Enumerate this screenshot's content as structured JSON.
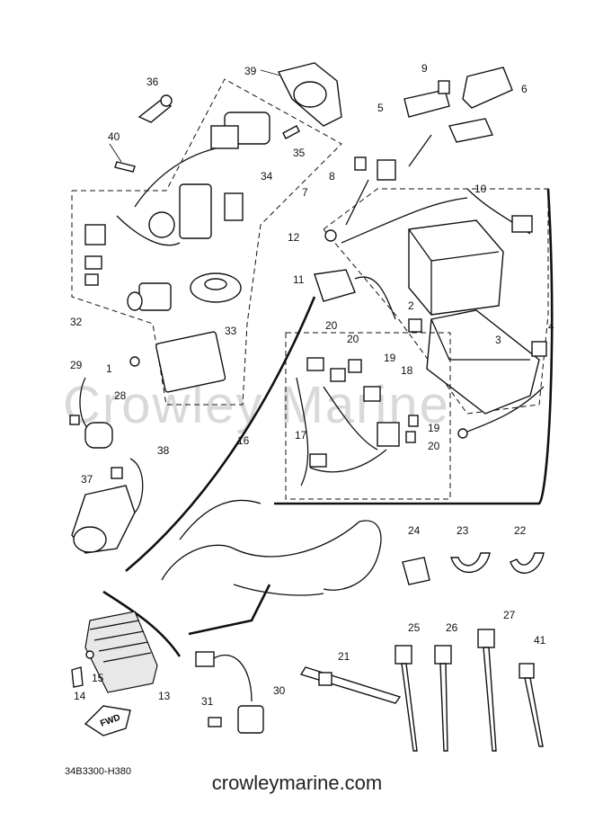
{
  "callouts": [
    "1",
    "2",
    "3",
    "4",
    "5",
    "6",
    "7",
    "8",
    "9",
    "10",
    "11",
    "12",
    "13",
    "14",
    "15",
    "16",
    "17",
    "18",
    "19",
    "19",
    "20",
    "20",
    "20",
    "21",
    "22",
    "23",
    "24",
    "25",
    "26",
    "27",
    "28",
    "29",
    "30",
    "31",
    "32",
    "33",
    "34",
    "35",
    "36",
    "37",
    "38",
    "39",
    "40",
    "41"
  ],
  "diagram_code": "34B3300-H380",
  "watermark": "Crowley Marine",
  "site_footer": "crowleymarine.com",
  "fwd_label": "FWD",
  "colors": {
    "ink": "#111111",
    "watermark": "#d9d9d9",
    "background": "#ffffff"
  }
}
